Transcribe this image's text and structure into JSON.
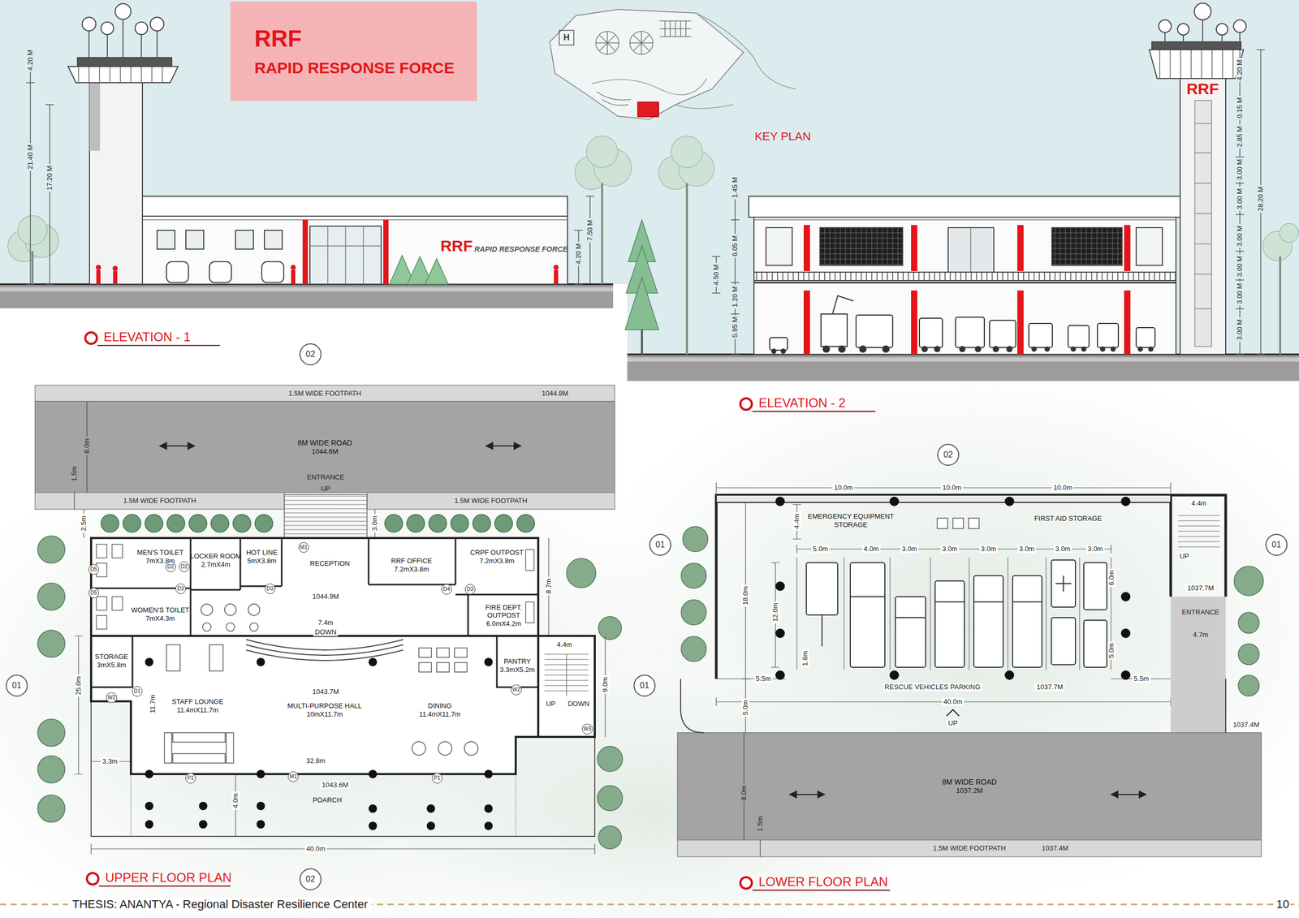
{
  "diagram": {
    "caption": "THESIS: ANANTYA - Regional Disaster Resilience Center",
    "nodes": [
      {
        "text": [
          "RRF",
          "RAPID RESPONSE FORCE"
        ]
      },
      {
        "text": [
          "1.5M WIDE FOOTPATH"
        ]
      },
      {
        "text": [
          "8M WIDE ROAD",
          "1044.6M"
        ]
      },
      {
        "text": [
          "1.5M WIDE FOOTPATH"
        ]
      },
      {
        "text": [
          "1.5M WIDE FOOTPATH"
        ]
      },
      {
        "text": [
          "MEN'S TOILET",
          "7mX3.8m"
        ]
      },
      {
        "text": [
          "LOCKER ROOM",
          "2.7mX4m"
        ]
      },
      {
        "text": [
          "HOT LINE",
          "5mX3.8m"
        ]
      },
      {
        "text": [
          "RECEPTION"
        ]
      },
      {
        "text": [
          "RRF OFFICE",
          "7.2mX3.8m"
        ]
      },
      {
        "text": [
          "CRPF OUTPOST",
          "7.2mX3.8m"
        ]
      },
      {
        "text": [
          "WOMEN'S TOILET",
          "7mX4.3m"
        ]
      },
      {
        "text": [
          "FIRE DEPT. OUTPOST",
          "6.0mX4.2m"
        ]
      },
      {
        "text": [
          "STORAGE",
          "3mX5.8m"
        ]
      },
      {
        "text": [
          "PANTRY",
          "3.3mX5.2m"
        ]
      },
      {
        "text": [
          "STAFF LOUNGE",
          "11.4mX11.7m"
        ]
      },
      {
        "text": [
          "MULTI-PURPOSE HALL",
          "10mX11.7m"
        ]
      },
      {
        "text": [
          "DINING",
          "11.4mX11.7m"
        ]
      },
      {
        "text": [
          "POARCH"
        ]
      },
      {
        "text": [
          "EMERGENCY EQUIPMENT STORAGE"
        ]
      },
      {
        "text": [
          "FIRST AID STORAGE"
        ]
      },
      {
        "text": [
          "8M WIDE ROAD",
          "1037.2M"
        ]
      },
      {
        "text": [
          "1.5M WIDE FOOTPATH"
        ]
      }
    ],
    "labels": [
      "4.20 M",
      "21.40 M",
      "17.20 M",
      "7.50 M",
      "4.20 M",
      "RRF",
      "RAPID RESPONSE FORCE",
      "1.45 M",
      "6.05 M",
      "4.50 M",
      "1.20 M",
      "5.95 M",
      "4.20 M",
      "0.15 M",
      "2.85 M",
      "3.00 M",
      "3.00 M",
      "3.00 M",
      "3.00 M",
      "3.00 M",
      "3.00 M",
      "28.20 M",
      "RRF",
      "H",
      "KEY PLAN",
      "ELEVATION - 1",
      "ELEVATION - 2",
      "UPPER FLOOR PLAN",
      "LOWER FLOOR PLAN",
      "02",
      "02",
      "01",
      "01",
      "02",
      "01",
      "01",
      "1044.8M",
      "8.0m",
      "1.5m",
      "ENTRANCE",
      "UP",
      "3.0m",
      "2.5m",
      "7.4m",
      "DOWN",
      "8.7m",
      "25.0m",
      "1043.7M",
      "4.4m",
      "9.0m",
      "UP",
      "DOWN",
      "11.7m",
      "3.3m",
      "32.8m",
      "1043.6M",
      "4.0m",
      "40.0m",
      "D5",
      "D5",
      "D2",
      "D2",
      "D3",
      "D3",
      "M1",
      "D4",
      "D3",
      "M1",
      "P1",
      "P1",
      "W2",
      "D1",
      "W2",
      "W3",
      "10.0m",
      "10.0m",
      "10.0m",
      "4.4m",
      "4.4m",
      "5.0m",
      "4.0m",
      "3.0m",
      "3.0m",
      "3.0m",
      "3.0m",
      "3.0m",
      "3.0m",
      "18.0m",
      "12.0m",
      "1.6m",
      "6.0m",
      "5.0m",
      "5.5m",
      "5.5m",
      "1037.7M",
      "ENTRANCE",
      "4.7m",
      "RESCUE VEHICLES PARKING",
      "1037.7M",
      "UP",
      "40.0m",
      "5.0m",
      "UP",
      "1037.4M",
      "8.0m",
      "1.5m",
      "1037.4M",
      "10",
      "1044.9M"
    ]
  }
}
